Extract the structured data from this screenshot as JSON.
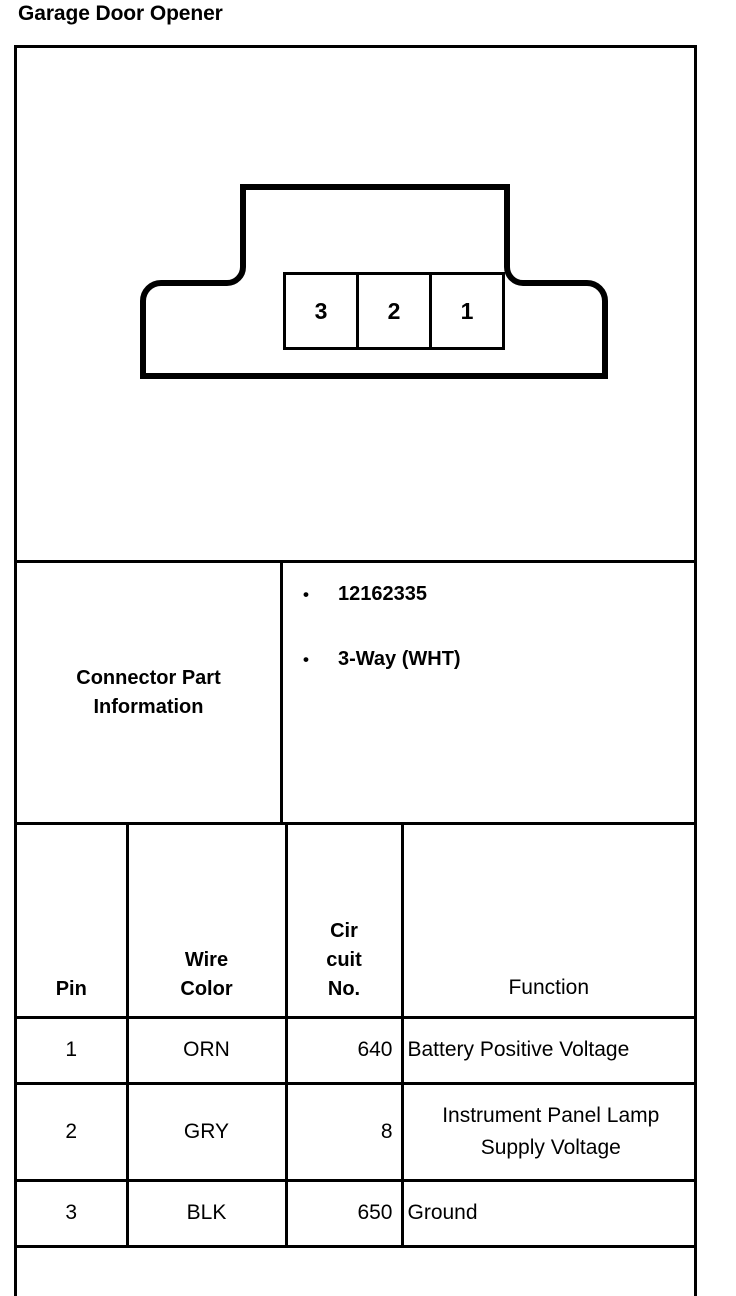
{
  "page": {
    "title": "Garage Door Opener"
  },
  "diagram": {
    "name": "connector-face-view",
    "pins": [
      {
        "label": "3"
      },
      {
        "label": "2"
      },
      {
        "label": "1"
      }
    ]
  },
  "connector_part_information": {
    "label": "Connector Part\nInformation",
    "label_line1": "Connector Part",
    "label_line2": "Information",
    "bullet_marker": "•",
    "items": [
      "12162335",
      "3-Way (WHT)"
    ]
  },
  "pin_table": {
    "headers": {
      "pin": "Pin",
      "wire_color_line1": "Wire",
      "wire_color_line2": "Color",
      "circuit_no_line1": "Cir",
      "circuit_no_line2": "cuit",
      "circuit_no_line3": "No.",
      "function": "Function"
    },
    "rows": [
      {
        "pin": "1",
        "wire_color": "ORN",
        "circuit_no": "640",
        "function": "Battery Positive Voltage",
        "function_line1": "Battery Positive Voltage",
        "function_line2": ""
      },
      {
        "pin": "2",
        "wire_color": "GRY",
        "circuit_no": "8",
        "function": "Instrument Panel Lamp Supply Voltage",
        "function_line1": "Instrument Panel Lamp",
        "function_line2": "Supply Voltage"
      },
      {
        "pin": "3",
        "wire_color": "BLK",
        "circuit_no": "650",
        "function": "Ground",
        "function_line1": "Ground",
        "function_line2": ""
      }
    ]
  },
  "colors": {
    "ink": "#000000",
    "paper": "#ffffff"
  }
}
